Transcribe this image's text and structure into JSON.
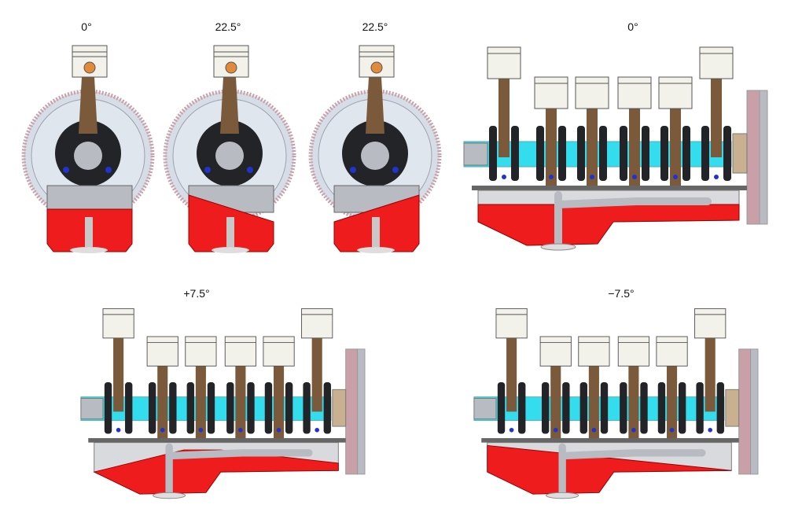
{
  "labels": {
    "front_1": "0°",
    "front_2": "22.5°",
    "front_3": "22.5°",
    "side_top": "0°",
    "side_bottom_left": "+7.5°",
    "side_bottom_right": "−7.5°"
  },
  "colors": {
    "oil": "#ee1c1c",
    "crank": "#33ddee",
    "rod": "#7a5a3a",
    "piston": "#f2f2ea",
    "ring_gear": "#c9a0a8",
    "disc": "#d6dde6",
    "metal": "#b8bcc2",
    "dark": "#222428",
    "bolt": "#2233cc"
  }
}
